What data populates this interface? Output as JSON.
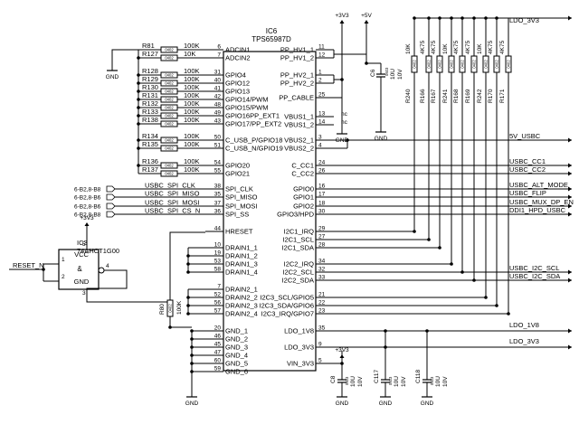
{
  "ic6": {
    "name": "IC6",
    "part": "TPS65987D",
    "left_pins": [
      {
        "num": "6",
        "name": "ADCIN1",
        "res": "R81",
        "fp": "0402",
        "val": "100K"
      },
      {
        "num": "7",
        "name": "ADCIN2",
        "res": "R127",
        "fp": "0402",
        "val": "10K"
      },
      {
        "num": "31",
        "name": "GPIO4",
        "res": "R128",
        "fp": "0402",
        "val": "100K"
      },
      {
        "num": "40",
        "name": "GPIO12",
        "res": "R129",
        "fp": "0402",
        "val": "100K"
      },
      {
        "num": "41",
        "name": "GPIO13",
        "res": "R130",
        "fp": "0402",
        "val": "100K"
      },
      {
        "num": "42",
        "name": "GPIO14/PWM",
        "res": "R131",
        "fp": "0402",
        "val": "100K"
      },
      {
        "num": "48",
        "name": "GPIO15/PWM",
        "res": "R132",
        "fp": "0402",
        "val": "100K"
      },
      {
        "num": "49",
        "name": "GPIO16PP_EXT1",
        "res": "R133",
        "fp": "0402",
        "val": "100K"
      },
      {
        "num": "43",
        "name": "GPIO17/PP_EXT2",
        "res": "R138",
        "fp": "0402",
        "val": "100K"
      },
      {
        "num": "50",
        "name": "C_USB_P/GPIO18",
        "res": "R134",
        "fp": "0402",
        "val": "100K"
      },
      {
        "num": "51",
        "name": "C_USB_N/GPIO19",
        "res": "R135",
        "fp": "0402",
        "val": "100K"
      },
      {
        "num": "54",
        "name": "GPIO20",
        "res": "R136",
        "fp": "0402",
        "val": "100K"
      },
      {
        "num": "55",
        "name": "GPIO21",
        "res": "R137",
        "fp": "0402",
        "val": "100K"
      },
      {
        "num": "38",
        "name": "SPI_CLK",
        "net": "USBC_SPI_CLK",
        "ref": "6-B2,8-B8"
      },
      {
        "num": "35",
        "name": "SPI_MISO",
        "net": "USBC_SPI_MISO",
        "ref": "6-B2,8-B6"
      },
      {
        "num": "37",
        "name": "SPI_MOSI",
        "net": "USBC_SPI_MOSI",
        "ref": "6-B2,8-B6"
      },
      {
        "num": "36",
        "name": "SPI_SS",
        "net": "USBC_SPI_CS_N",
        "ref": "6-B2,8-B8"
      },
      {
        "num": "44",
        "name": "HRESET"
      },
      {
        "num": "10",
        "name": "DRAIN1_1"
      },
      {
        "num": "19",
        "name": "DRAIN1_2"
      },
      {
        "num": "53",
        "name": "DRAIN1_3"
      },
      {
        "num": "58",
        "name": "DRAIN1_4"
      },
      {
        "num": "7",
        "name": "DRAIN2_1"
      },
      {
        "num": "52",
        "name": "DRAIN2_2"
      },
      {
        "num": "56",
        "name": "DRAIN2_3"
      },
      {
        "num": "57",
        "name": "DRAIN2_4"
      },
      {
        "num": "20",
        "name": "GND_1"
      },
      {
        "num": "46",
        "name": "GND_2"
      },
      {
        "num": "45",
        "name": "GND_3"
      },
      {
        "num": "47",
        "name": "GND_4"
      },
      {
        "num": "60",
        "name": "GND_5"
      },
      {
        "num": "59",
        "name": "GND_6"
      }
    ],
    "right_pins": [
      {
        "num": "11",
        "name": "PP_HV1_1"
      },
      {
        "num": "12",
        "name": "PP_HV1_2"
      },
      {
        "num": "1",
        "name": "PP_HV2_1"
      },
      {
        "num": "2",
        "name": "PP_HV2_2"
      },
      {
        "num": "25",
        "name": "PP_CABLE"
      },
      {
        "num": "13",
        "name": "VBUS1_1",
        "nc": "nc"
      },
      {
        "num": "14",
        "name": "VBUS1_2",
        "nc": "nc"
      },
      {
        "num": "3",
        "name": "VBUS2_1",
        "net": "5V_USBC"
      },
      {
        "num": "4",
        "name": "VBUS2_2"
      },
      {
        "num": "24",
        "name": "C_CC1",
        "net": "USBC_CC1"
      },
      {
        "num": "26",
        "name": "C_CC2",
        "net": "USBC_CC2"
      },
      {
        "num": "16",
        "name": "GPIO0",
        "net": "USBC_ALT_MODE"
      },
      {
        "num": "17",
        "name": "GPIO1",
        "net": "USBC_FLIP"
      },
      {
        "num": "18",
        "name": "GPIO2",
        "net": "USBC_MUX_DP_EN"
      },
      {
        "num": "30",
        "name": "GPIO3/HPD",
        "net": "DDI1_HPD_USBC"
      },
      {
        "num": "29",
        "name": "I2C1_IRQ"
      },
      {
        "num": "27",
        "name": "I2C1_SCL"
      },
      {
        "num": "28",
        "name": "I2C1_SDA"
      },
      {
        "num": "34",
        "name": "I2C2_IRQ"
      },
      {
        "num": "32",
        "name": "I2C2_SCL",
        "net": "USBC_I2C_SCL"
      },
      {
        "num": "33",
        "name": "I2C2_SDA",
        "net": "USBC_I2C_SDA"
      },
      {
        "num": "21",
        "name": "I2C3_SCL/GPIO5"
      },
      {
        "num": "22",
        "name": "I2C3_SDA/GPIO6"
      },
      {
        "num": "23",
        "name": "I2C3_IRQ/GPIO7"
      },
      {
        "num": "35",
        "name": "LDO_1V8",
        "net": "LDO_1V8"
      },
      {
        "num": "9",
        "name": "LDO_3V3",
        "net": "LDO_3V3"
      },
      {
        "num": "5",
        "name": "VIN_3V3"
      }
    ]
  },
  "ic3": {
    "name": "IC3",
    "part": "74AHCT1G00",
    "vcc": "VCC",
    "gate": "&",
    "gnd": "GND",
    "pin1": "1",
    "pin2": "2",
    "pin3": "3",
    "pin4": "4",
    "pin5": "5",
    "input_net": "RESET_N"
  },
  "r80": {
    "name": "R80",
    "fp": "0402",
    "val": "100K"
  },
  "pullups": [
    {
      "name": "R240",
      "fp": "0402",
      "val": "10K"
    },
    {
      "name": "R166",
      "fp": "0402",
      "val": "4K75"
    },
    {
      "name": "R167",
      "fp": "0402",
      "val": "4K75"
    },
    {
      "name": "R241",
      "fp": "0402",
      "val": "10K"
    },
    {
      "name": "R168",
      "fp": "0402",
      "val": "4K75"
    },
    {
      "name": "R169",
      "fp": "0402",
      "val": "4K75"
    },
    {
      "name": "R242",
      "fp": "0402",
      "val": "10K"
    },
    {
      "name": "R170",
      "fp": "0402",
      "val": "4K75"
    },
    {
      "name": "R171",
      "fp": "0402",
      "val": "4K75"
    }
  ],
  "caps": [
    {
      "name": "C6",
      "fp": "0603",
      "val1": "10U",
      "val2": "10V"
    },
    {
      "name": "C8",
      "fp": "0603",
      "val1": "10U",
      "val2": "10V"
    },
    {
      "name": "C117",
      "fp": "0603",
      "val1": "10U",
      "val2": "10V"
    },
    {
      "name": "C118",
      "fp": "0603",
      "val1": "10U",
      "val2": "10V"
    }
  ],
  "rails": {
    "v3": "+3V3",
    "v5": "+5V",
    "gnd": "GND",
    "ldo3v3": "LDO_3V3"
  }
}
